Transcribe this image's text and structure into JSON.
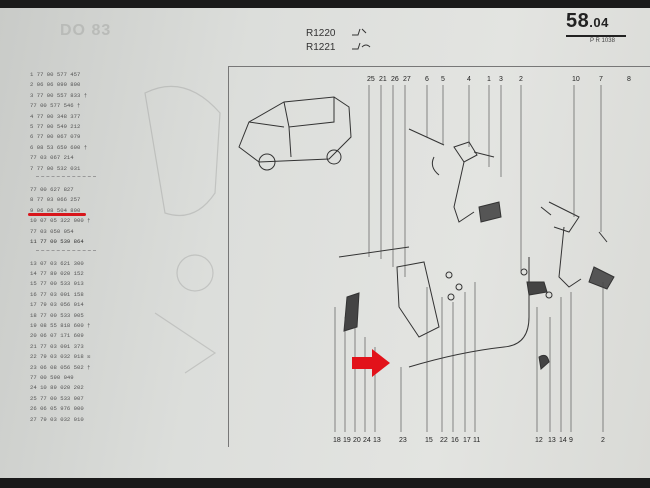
{
  "header": {
    "page_number": "58",
    "page_sub": ".04",
    "page_code": "P R 1038",
    "refs": [
      {
        "code": "R1220"
      },
      {
        "code": "R1221"
      }
    ]
  },
  "top_stub_text": "DO 83",
  "parts_list": [
    "1 77 00 577 457",
    "2 06 06 090 800",
    "3 77 00 557 833 †",
    "77 00 577 546 †",
    "4 77 00 348 377",
    "5 77 00 549 212",
    "6 77 00 067 079",
    "6 08 53 659 600 †",
    "77 03 067 214",
    "7 77 00 532 031",
    "",
    "77 00 627 827",
    "8 77 03 066 257",
    "9 06 08 504 800",
    "10 07 05 322 000 †",
    "77 03 050 054",
    "11 77 00 539 864",
    "",
    "13 07 03 621 300",
    "14 77 89 020 152",
    "15 77 00 533 913",
    "16 77 03 001 158",
    "17 79 03 056 014",
    "18 77 00 533 905",
    "19 08 55 818 600 †",
    "20 06 07 171 609",
    "21 77 03 001 373",
    "22 79 03 032 018 ☒",
    "23 06 08 056 502 †",
    "77 00 590 049",
    "24 10 89 020 202",
    "25 77 00 533 907",
    "26 06 05 976 000",
    "27 79 03 032 010"
  ],
  "top_callouts": [
    "25",
    "21",
    "26",
    "27",
    "6",
    "5",
    "4",
    "1",
    "3",
    "2",
    "10",
    "7",
    "8"
  ],
  "bottom_callouts": [
    "18",
    "19",
    "20",
    "24",
    "13",
    "23",
    "15",
    "22",
    "16",
    "17",
    "11",
    "12",
    "13",
    "14",
    "9",
    "2"
  ]
}
